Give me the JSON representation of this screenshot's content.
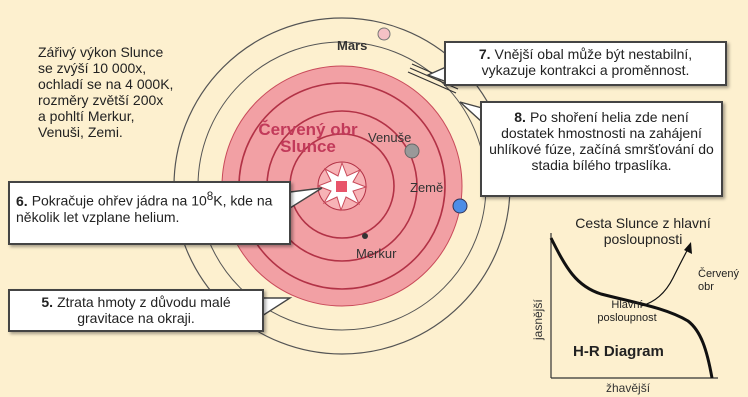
{
  "intro": "Zářivý výkon Slunce\nse zvýší 10 000x,\nochladí se na 4 000K,\nrozměry zvětší 200x\na pohltí Merkur,\nVenuši, Zemi.",
  "red_giant_title": "Červený obr\nSlunce",
  "planets": {
    "mars": "Mars",
    "venus": "Venuše",
    "earth": "Země",
    "mercury": "Merkur"
  },
  "callouts": {
    "c7": {
      "num": "7.",
      "text": "Vnější obal může být nestabilní, vykazuje kontrakci a proměnnost."
    },
    "c8": {
      "num": "8.",
      "text": "Po shoření helia zde není dostatek hmostnosti na zahájení uhlíkové fúze, začíná smršťování do stadia bílého trpaslíka."
    },
    "c6": {
      "num": "6.",
      "text_a": "Pokračuje ohřev jádra na 10",
      "exponent": "8",
      "text_b": "K, kde na několik let vzplane helium."
    },
    "c5": {
      "num": "5.",
      "text": "Ztrata hmoty z důvodu malé gravitace na okraji."
    }
  },
  "hr": {
    "title": "Cesta Slunce z hlavní posloupnosti",
    "red_giant": "Červený obr",
    "main_sequence": "Hlavní posloupnost",
    "diagram_label": "H-R Diagram",
    "y_axis": "jasnější",
    "x_axis": "žhavější"
  }
}
